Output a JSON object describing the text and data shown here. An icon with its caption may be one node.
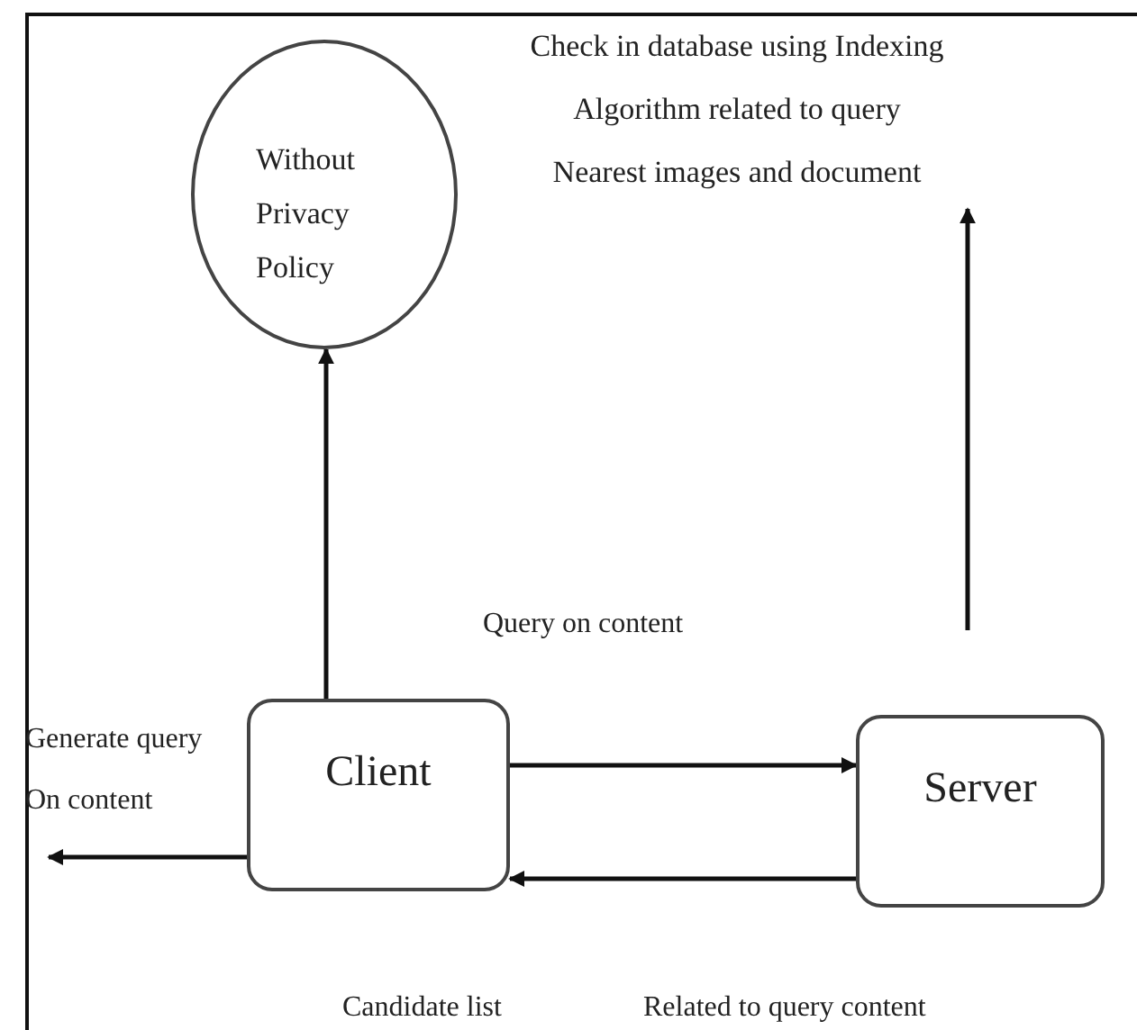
{
  "diagram": {
    "nodes": [
      {
        "text": [
          "Without Privacy Policy"
        ]
      },
      {
        "text": [
          "Check in database using Indexing Algorithm related to query Nearest images and document"
        ]
      },
      {
        "text": [
          "Client"
        ]
      },
      {
        "text": [
          "Server"
        ]
      }
    ],
    "edges": [
      {
        "from": 2,
        "to": 0,
        "arrow": "to"
      },
      {
        "from": null,
        "to": 1,
        "arrow": "to"
      },
      {
        "from": 2,
        "to": 3,
        "arrow": "to",
        "label": "Query on content"
      },
      {
        "from": 3,
        "to": 2,
        "arrow": "to"
      },
      {
        "from": 2,
        "to": null,
        "arrow": "to",
        "label": "Generate query On content"
      }
    ],
    "labels": [
      "Candidate list",
      "Related to query content"
    ]
  }
}
